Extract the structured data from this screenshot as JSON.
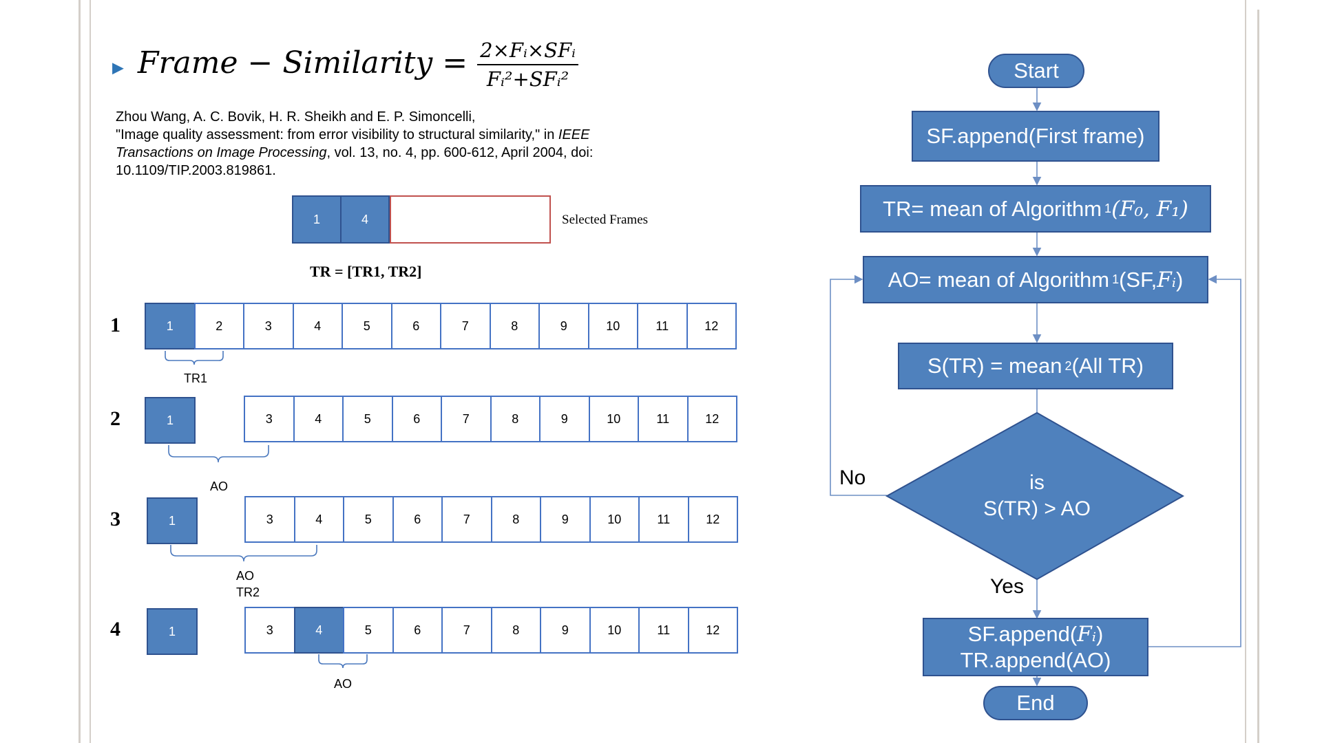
{
  "formula": {
    "lhs": "Frame − Similarity =",
    "numerator": "2×Fᵢ×SFᵢ",
    "denominator": "Fᵢ²+SFᵢ²"
  },
  "citation": {
    "line1": "Zhou Wang, A. C. Bovik, H. R. Sheikh and E. P. Simoncelli,",
    "line2_before": "\"Image quality assessment: from error visibility to structural similarity,\" in ",
    "line2_italic": "IEEE",
    "line3_italic": "Transactions on Image Processing",
    "line3_after": ", vol. 13, no. 4, pp. 600-612, April 2004, doi:",
    "line4": "10.1109/TIP.2003.819861."
  },
  "selected": {
    "cells": [
      "1",
      "4"
    ],
    "label": "Selected Frames"
  },
  "tr_equation": "TR = [TR1, TR2]",
  "rows": [
    {
      "label": "1",
      "annotation": [
        "TR1"
      ]
    },
    {
      "label": "2",
      "annotation": [
        "AO"
      ]
    },
    {
      "label": "3",
      "annotation": [
        "AO",
        "TR2"
      ]
    },
    {
      "label": "4",
      "annotation": [
        "AO"
      ]
    }
  ],
  "frames": [
    "1",
    "2",
    "3",
    "4",
    "5",
    "6",
    "7",
    "8",
    "9",
    "10",
    "11",
    "12"
  ],
  "flow": {
    "start": "Start",
    "sf_first": "SF.append(First frame)",
    "tr_mean": {
      "text": "TR= mean of Algorithm",
      "sup": "1",
      "args": "(F₀, F₁)"
    },
    "ao_mean": {
      "text": "AO= mean of Algorithm",
      "sup": "1",
      "args_before": "(SF, ",
      "args_var": "Fᵢ",
      "args_after": ")"
    },
    "s_tr": {
      "before": "S(TR) = mean",
      "sup": "2",
      "after": " (All TR)"
    },
    "decision_l1": "is",
    "decision_l2": "S(TR) > AO",
    "no": "No",
    "yes": "Yes",
    "append_l1_before": "SF.append(",
    "append_l1_var": "Fᵢ",
    "append_l1_after": ")",
    "append_l2": "TR.append(AO)",
    "end": "End"
  },
  "colors": {
    "box_fill": "#4f81bd",
    "box_border": "#2f528f",
    "cell_border": "#4472c4",
    "selected_empty_border": "#c0504d",
    "arrow": "#6d8fc4"
  }
}
